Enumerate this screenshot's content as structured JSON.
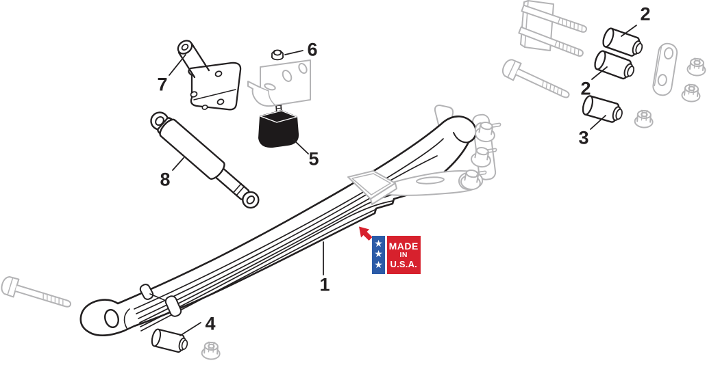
{
  "figure": {
    "type": "exploded-parts-diagram",
    "subject": "leaf-spring-suspension-assembly",
    "background": "#ffffff"
  },
  "colors": {
    "line_black": "#232021",
    "hardware_gray": "#b3b3b5",
    "badge_blue": "#2b5ba7",
    "badge_red": "#d7212d",
    "arrow_red": "#d7212d",
    "bump_stop_black": "#1d1a1b"
  },
  "badge": {
    "stars": [
      "★",
      "★",
      "★"
    ],
    "line1": "MADE",
    "line2": "IN",
    "line3": "U.S.A."
  },
  "parts": [
    {
      "number": "1",
      "name": "leaf-spring"
    },
    {
      "number": "2",
      "name": "spring-bushing-upper"
    },
    {
      "number": "2",
      "name": "spring-bushing-lower"
    },
    {
      "number": "3",
      "name": "shackle-bushing"
    },
    {
      "number": "4",
      "name": "front-eye-bushing"
    },
    {
      "number": "5",
      "name": "bump-stop"
    },
    {
      "number": "6",
      "name": "lock-nut"
    },
    {
      "number": "7",
      "name": "shock-mount-bracket"
    },
    {
      "number": "8",
      "name": "shock-absorber"
    }
  ]
}
